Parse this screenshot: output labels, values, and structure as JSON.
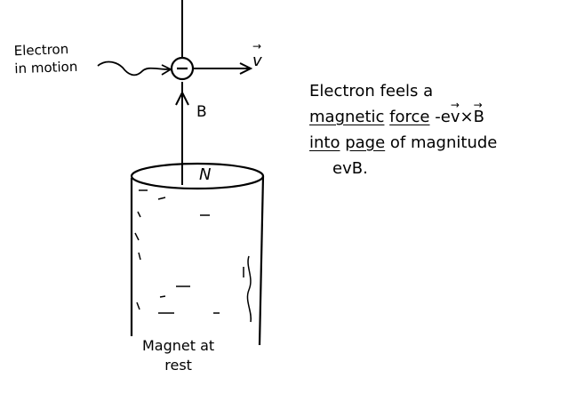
{
  "labels": {
    "electron_line1": "Electron",
    "electron_line2": "in motion",
    "electron_symbol": "⊖",
    "velocity": "v",
    "field": "B",
    "pole": "N",
    "magnet_line1": "Magnet at",
    "magnet_line2": "rest"
  },
  "note": {
    "line1": "Electron feels a",
    "line2_a": "magnetic",
    "line2_b": "force",
    "line2_c": "-e",
    "line2_d": "v",
    "line2_e": "×",
    "line2_f": "B",
    "line3_a": "into",
    "line3_b": "page",
    "line3_c": "of magnitude",
    "line4": "evB."
  }
}
